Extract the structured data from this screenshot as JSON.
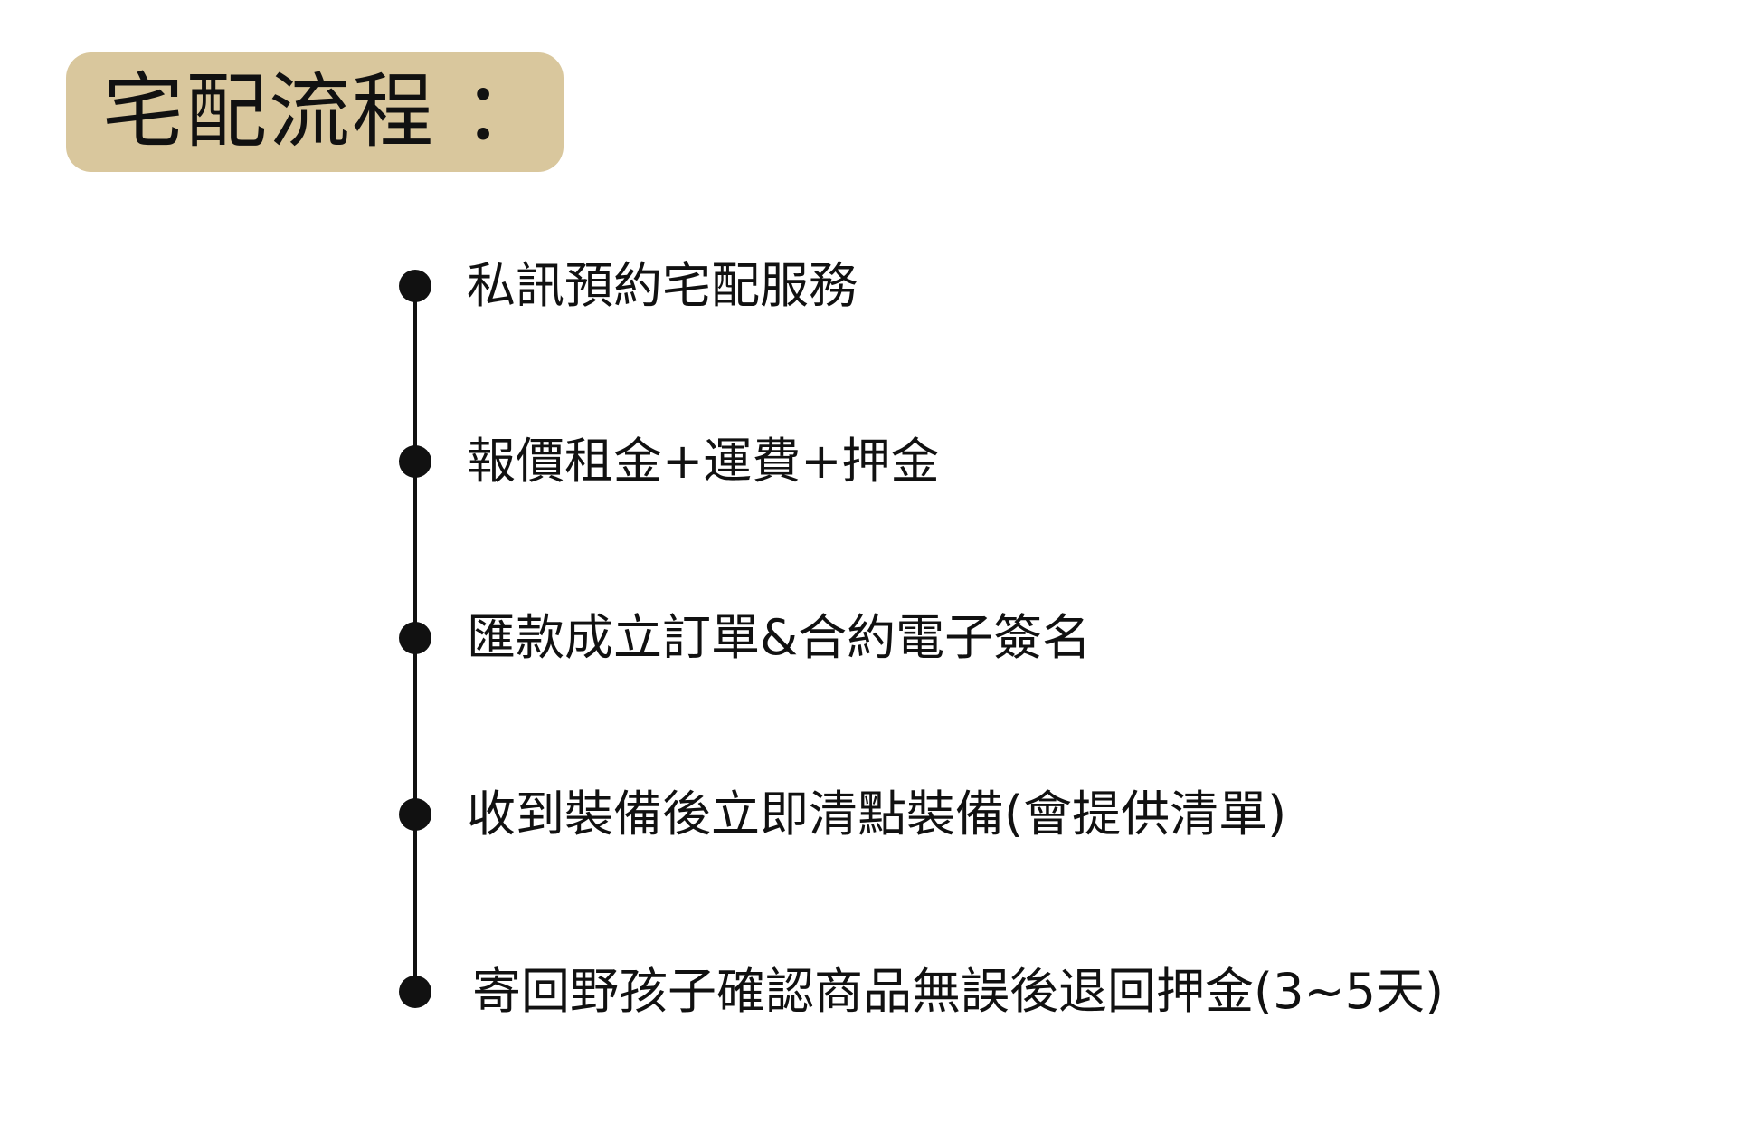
{
  "header": {
    "title": "宅配流程 ："
  },
  "steps": [
    {
      "label": "私訊預約宅配服務"
    },
    {
      "label": "報價租金+運費+押金"
    },
    {
      "label": "匯款成立訂單&合約電子簽名"
    },
    {
      "label": "收到裝備後立即清點裝備(會提供清單)"
    },
    {
      "label": "寄回野孩子確認商品無誤後退回押金(3~5天)"
    }
  ],
  "colors": {
    "title_background": "#d9c79d",
    "text": "#111111",
    "timeline": "#111111"
  }
}
